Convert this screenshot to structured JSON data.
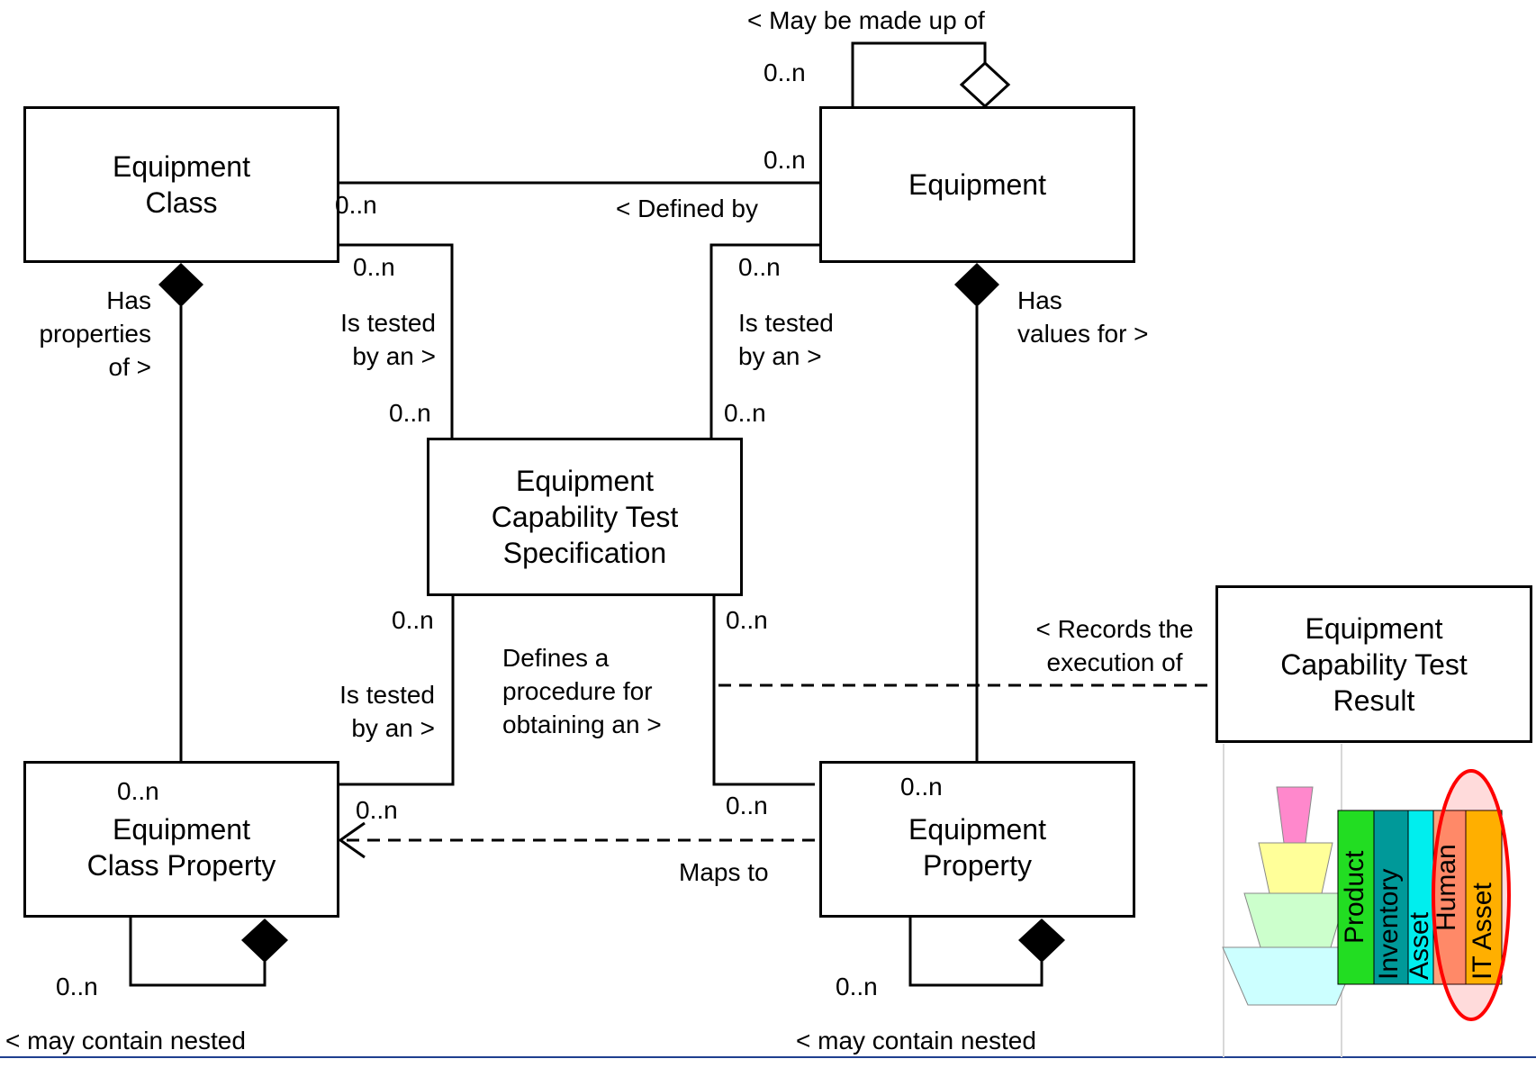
{
  "boxes": {
    "equipment_class": "Equipment\nClass",
    "equipment": "Equipment",
    "test_spec": "Equipment\nCapability Test\nSpecification",
    "test_result": "Equipment\nCapability Test\nResult",
    "class_property": "Equipment\nClass Property",
    "equipment_property": "Equipment\nProperty"
  },
  "labels": {
    "may_be_made_up_of": "< May be made up of",
    "mult_self_equipment": "0..n",
    "mult_equipment_left": "0..n",
    "mult_class_right": "0..n",
    "defined_by": "< Defined by",
    "mult_class_bottom_right": "0..n",
    "mult_equipment_bottom_left": "0..n",
    "has_properties_of": "Has\nproperties\nof >",
    "is_tested_by_left": "Is tested\nby an >",
    "is_tested_by_right": "Is tested\nby an >",
    "has_values_for": "Has\nvalues for >",
    "mult_spec_top_left": "0..n",
    "mult_spec_top_right": "0..n",
    "mult_spec_bottom_left": "0..n",
    "mult_spec_bottom_right": "0..n",
    "defines_procedure": "Defines a\nprocedure for\nobtaining an >",
    "records_execution": "< Records the\nexecution of",
    "is_tested_by_bottom": "Is tested\nby an >",
    "mult_classprop_top": "0..n",
    "mult_classprop_right": "0..n",
    "mult_eqprop_top": "0..n",
    "mult_eqprop_left": "0..n",
    "maps_to": "Maps to",
    "mult_classprop_nested": "0..n",
    "mult_eqprop_nested": "0..n",
    "may_contain_nested_left": "< may contain nested",
    "may_contain_nested_right": "< may contain nested"
  },
  "legend": {
    "columns": [
      "Product",
      "Inventory",
      "Asset",
      "Human",
      "IT Asset"
    ],
    "colors": {
      "product": "#22dd22",
      "inventory": "#009999",
      "asset": "#00eeee",
      "human": "#ffa07a",
      "it_asset": "#ffcc00",
      "highlight": "#ff0000"
    }
  }
}
